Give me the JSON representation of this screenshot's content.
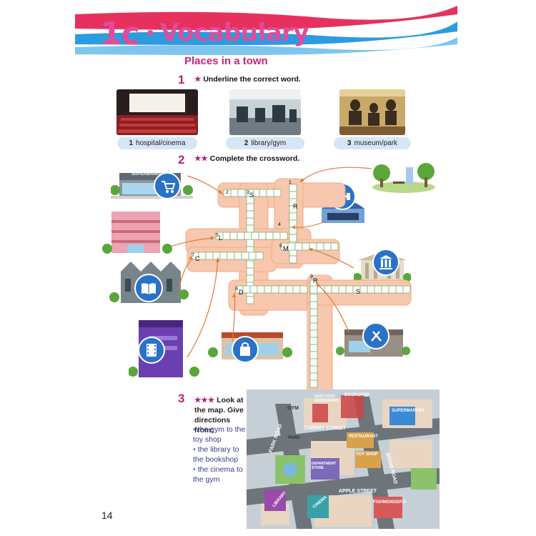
{
  "header": {
    "code": "1c",
    "dot": "•",
    "title": "Vocabulary"
  },
  "subheading": "Places in a town",
  "exercise1": {
    "number": "1",
    "stars": "★",
    "instruction": "Underline the correct word.",
    "items": [
      {
        "num": "1",
        "text": "hospital/cinema"
      },
      {
        "num": "2",
        "text": "library/gym"
      },
      {
        "num": "3",
        "text": "museum/park"
      }
    ]
  },
  "exercise2": {
    "number": "2",
    "stars": "★★",
    "instruction": "Complete the crossword.",
    "clue_numbers": [
      "1",
      "2",
      "3",
      "4",
      "5",
      "6",
      "7",
      "8",
      "9"
    ],
    "given_letters": {
      "s3": "S",
      "r1": "R",
      "l5": "L",
      "m6": "M",
      "c7": "C",
      "d8": "D",
      "r9": "R",
      "s9": "S"
    },
    "building_signs": {
      "supermarket": "SUPERMARKET"
    }
  },
  "exercise3": {
    "number": "3",
    "stars": "★★★",
    "instruction": "Look at the map. Give directions from:",
    "bullets": [
      "the gym to the toy shop",
      "the library to the bookshop",
      "the cinema to the gym"
    ],
    "map_labels": {
      "gym": "GYM",
      "fast_food": "FAST FOOD RESTAURANT",
      "bookshop": "BOOKSHOP",
      "supermarket": "SUPERMARKET",
      "cherry_street": "CHERRY STREET",
      "restaurant": "RESTAURANT",
      "park_road": "PARK ROAD",
      "park": "PARK",
      "toy_shop": "TOY SHOP",
      "wood_road": "WOOD ROAD",
      "department_store": "DEPARTMENT STORE",
      "apple_street": "APPLE STREET",
      "library": "LIBRARY",
      "cinema": "CINEMA",
      "fishmongers": "FISHMONGER'S"
    }
  },
  "page_number": "14",
  "colors": {
    "magenta": "#e24b9a",
    "stripe_blue": "#2c9be0",
    "crossword_bg": "#f7c7ae",
    "arrow": "#e07a3a"
  }
}
